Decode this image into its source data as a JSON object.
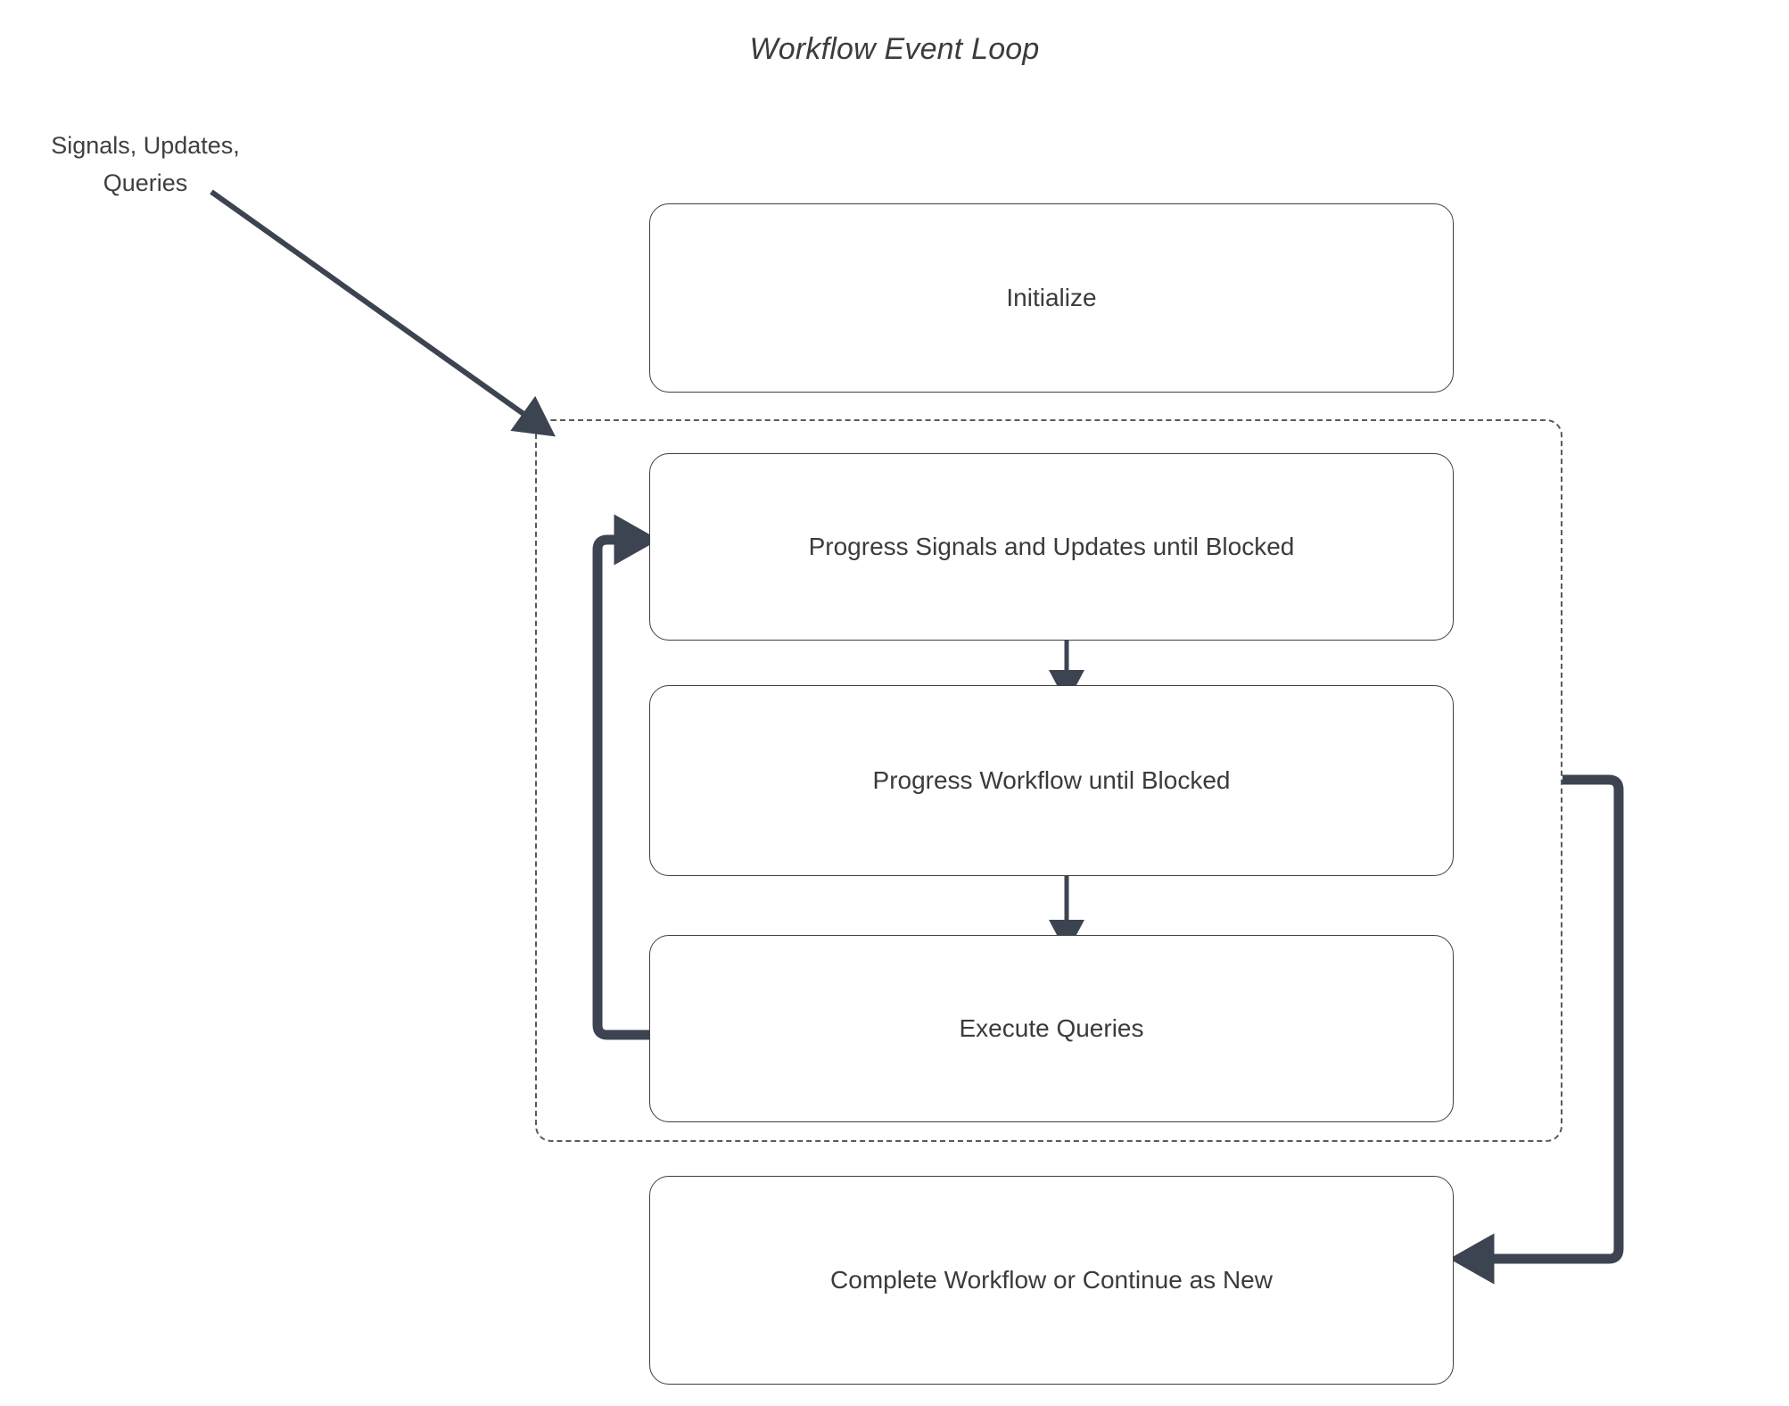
{
  "diagram": {
    "title": "Workflow Event Loop",
    "background_color": "#ffffff",
    "node_border_color": "#3f3f3f",
    "node_text_color": "#3b3b3b",
    "loop_border_color": "#555a61",
    "connector_color": "#3d4451",
    "thin_arrow_color": "#3d4451"
  },
  "external_input": {
    "label": "Signals, Updates,\nQueries"
  },
  "nodes": {
    "initialize": {
      "label": "Initialize"
    },
    "progress_signals": {
      "label": "Progress Signals and Updates until Blocked"
    },
    "progress_workflow": {
      "label": "Progress Workflow until Blocked"
    },
    "execute_queries": {
      "label": "Execute Queries"
    },
    "complete_workflow": {
      "label": "Complete Workflow or Continue as New"
    }
  },
  "loop_container": {
    "style": "dashed",
    "contains": [
      "Progress Signals and Updates until Blocked",
      "Progress Workflow until Blocked",
      "Execute Queries"
    ]
  },
  "edges": [
    {
      "name": "external-input-to-loop",
      "from": "Signals, Updates, Queries",
      "to": "loop container",
      "style": "solid-thin-diagonal",
      "arrow": true
    },
    {
      "name": "progress-signals-to-progress-workflow",
      "from": "Progress Signals and Updates until Blocked",
      "to": "Progress Workflow until Blocked",
      "style": "solid-thin-vertical",
      "arrow": true
    },
    {
      "name": "progress-workflow-to-execute-queries",
      "from": "Progress Workflow until Blocked",
      "to": "Execute Queries",
      "style": "solid-thin-vertical",
      "arrow": true
    },
    {
      "name": "execute-queries-loop-back",
      "from": "Execute Queries",
      "to": "Progress Signals and Updates until Blocked",
      "style": "thick-elbow-left",
      "arrow": true
    },
    {
      "name": "loop-to-complete-workflow",
      "from": "loop container",
      "to": "Complete Workflow or Continue as New",
      "style": "thick-elbow-right",
      "arrow": true
    }
  ]
}
